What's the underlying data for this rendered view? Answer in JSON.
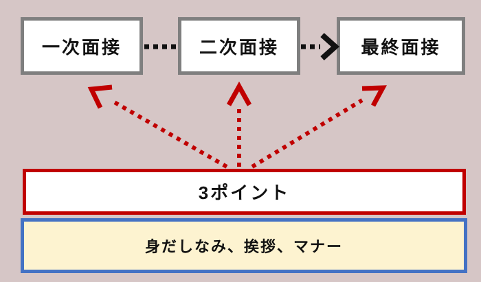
{
  "canvas": {
    "background_color": "#d6c6c6"
  },
  "flow_steps": [
    {
      "label": "一次面接"
    },
    {
      "label": "二次面接"
    },
    {
      "label": "最終面接"
    }
  ],
  "step_box_style": {
    "border_color": "#7f7f7f",
    "fill_color": "#ffffff",
    "text_color": "#111111"
  },
  "step_connector": {
    "style": "dotted",
    "color": "#111111"
  },
  "points_box": {
    "label": "3ポイント",
    "border_color": "#c00000",
    "fill_color": "#ffffff"
  },
  "details_box": {
    "label": "身だしなみ、挨拶、マナー",
    "border_color": "#4472c4",
    "fill_color": "#fdf3d0"
  },
  "emphasis_arrows": {
    "color": "#c00000",
    "style": "dotted",
    "count": 3,
    "targets": [
      "一次面接",
      "二次面接",
      "最終面接"
    ]
  }
}
